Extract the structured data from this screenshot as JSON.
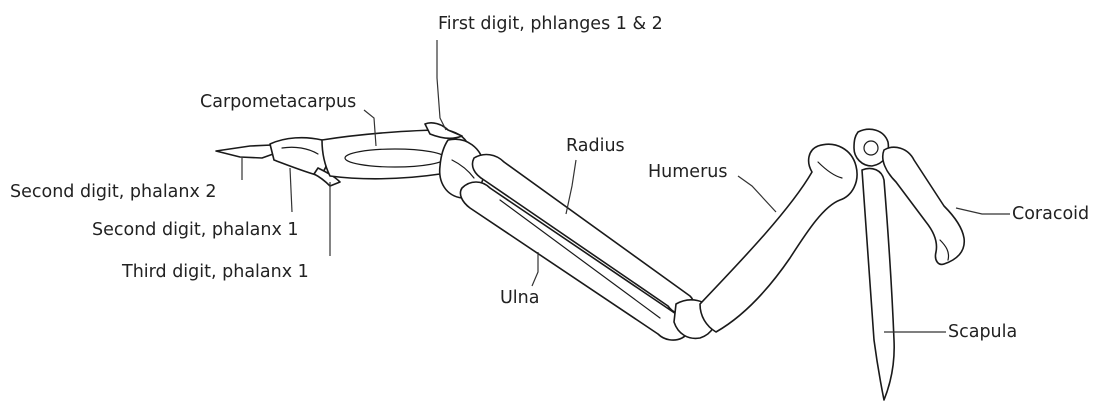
{
  "labels": {
    "first_digit": "First digit, phlanges 1 & 2",
    "carpometacarpus": "Carpometacarpus",
    "radius": "Radius",
    "humerus": "Humerus",
    "coracoid": "Coracoid",
    "second_digit_phalanx_2": "Second digit, phalanx 2",
    "second_digit_phalanx_1": "Second digit, phalanx 1",
    "third_digit_phalanx_1": "Third digit, phalanx 1",
    "ulna": "Ulna",
    "scapula": "Scapula"
  },
  "colors": {
    "line": "#1a1a1a",
    "text": "#222222",
    "background": "#ffffff"
  }
}
